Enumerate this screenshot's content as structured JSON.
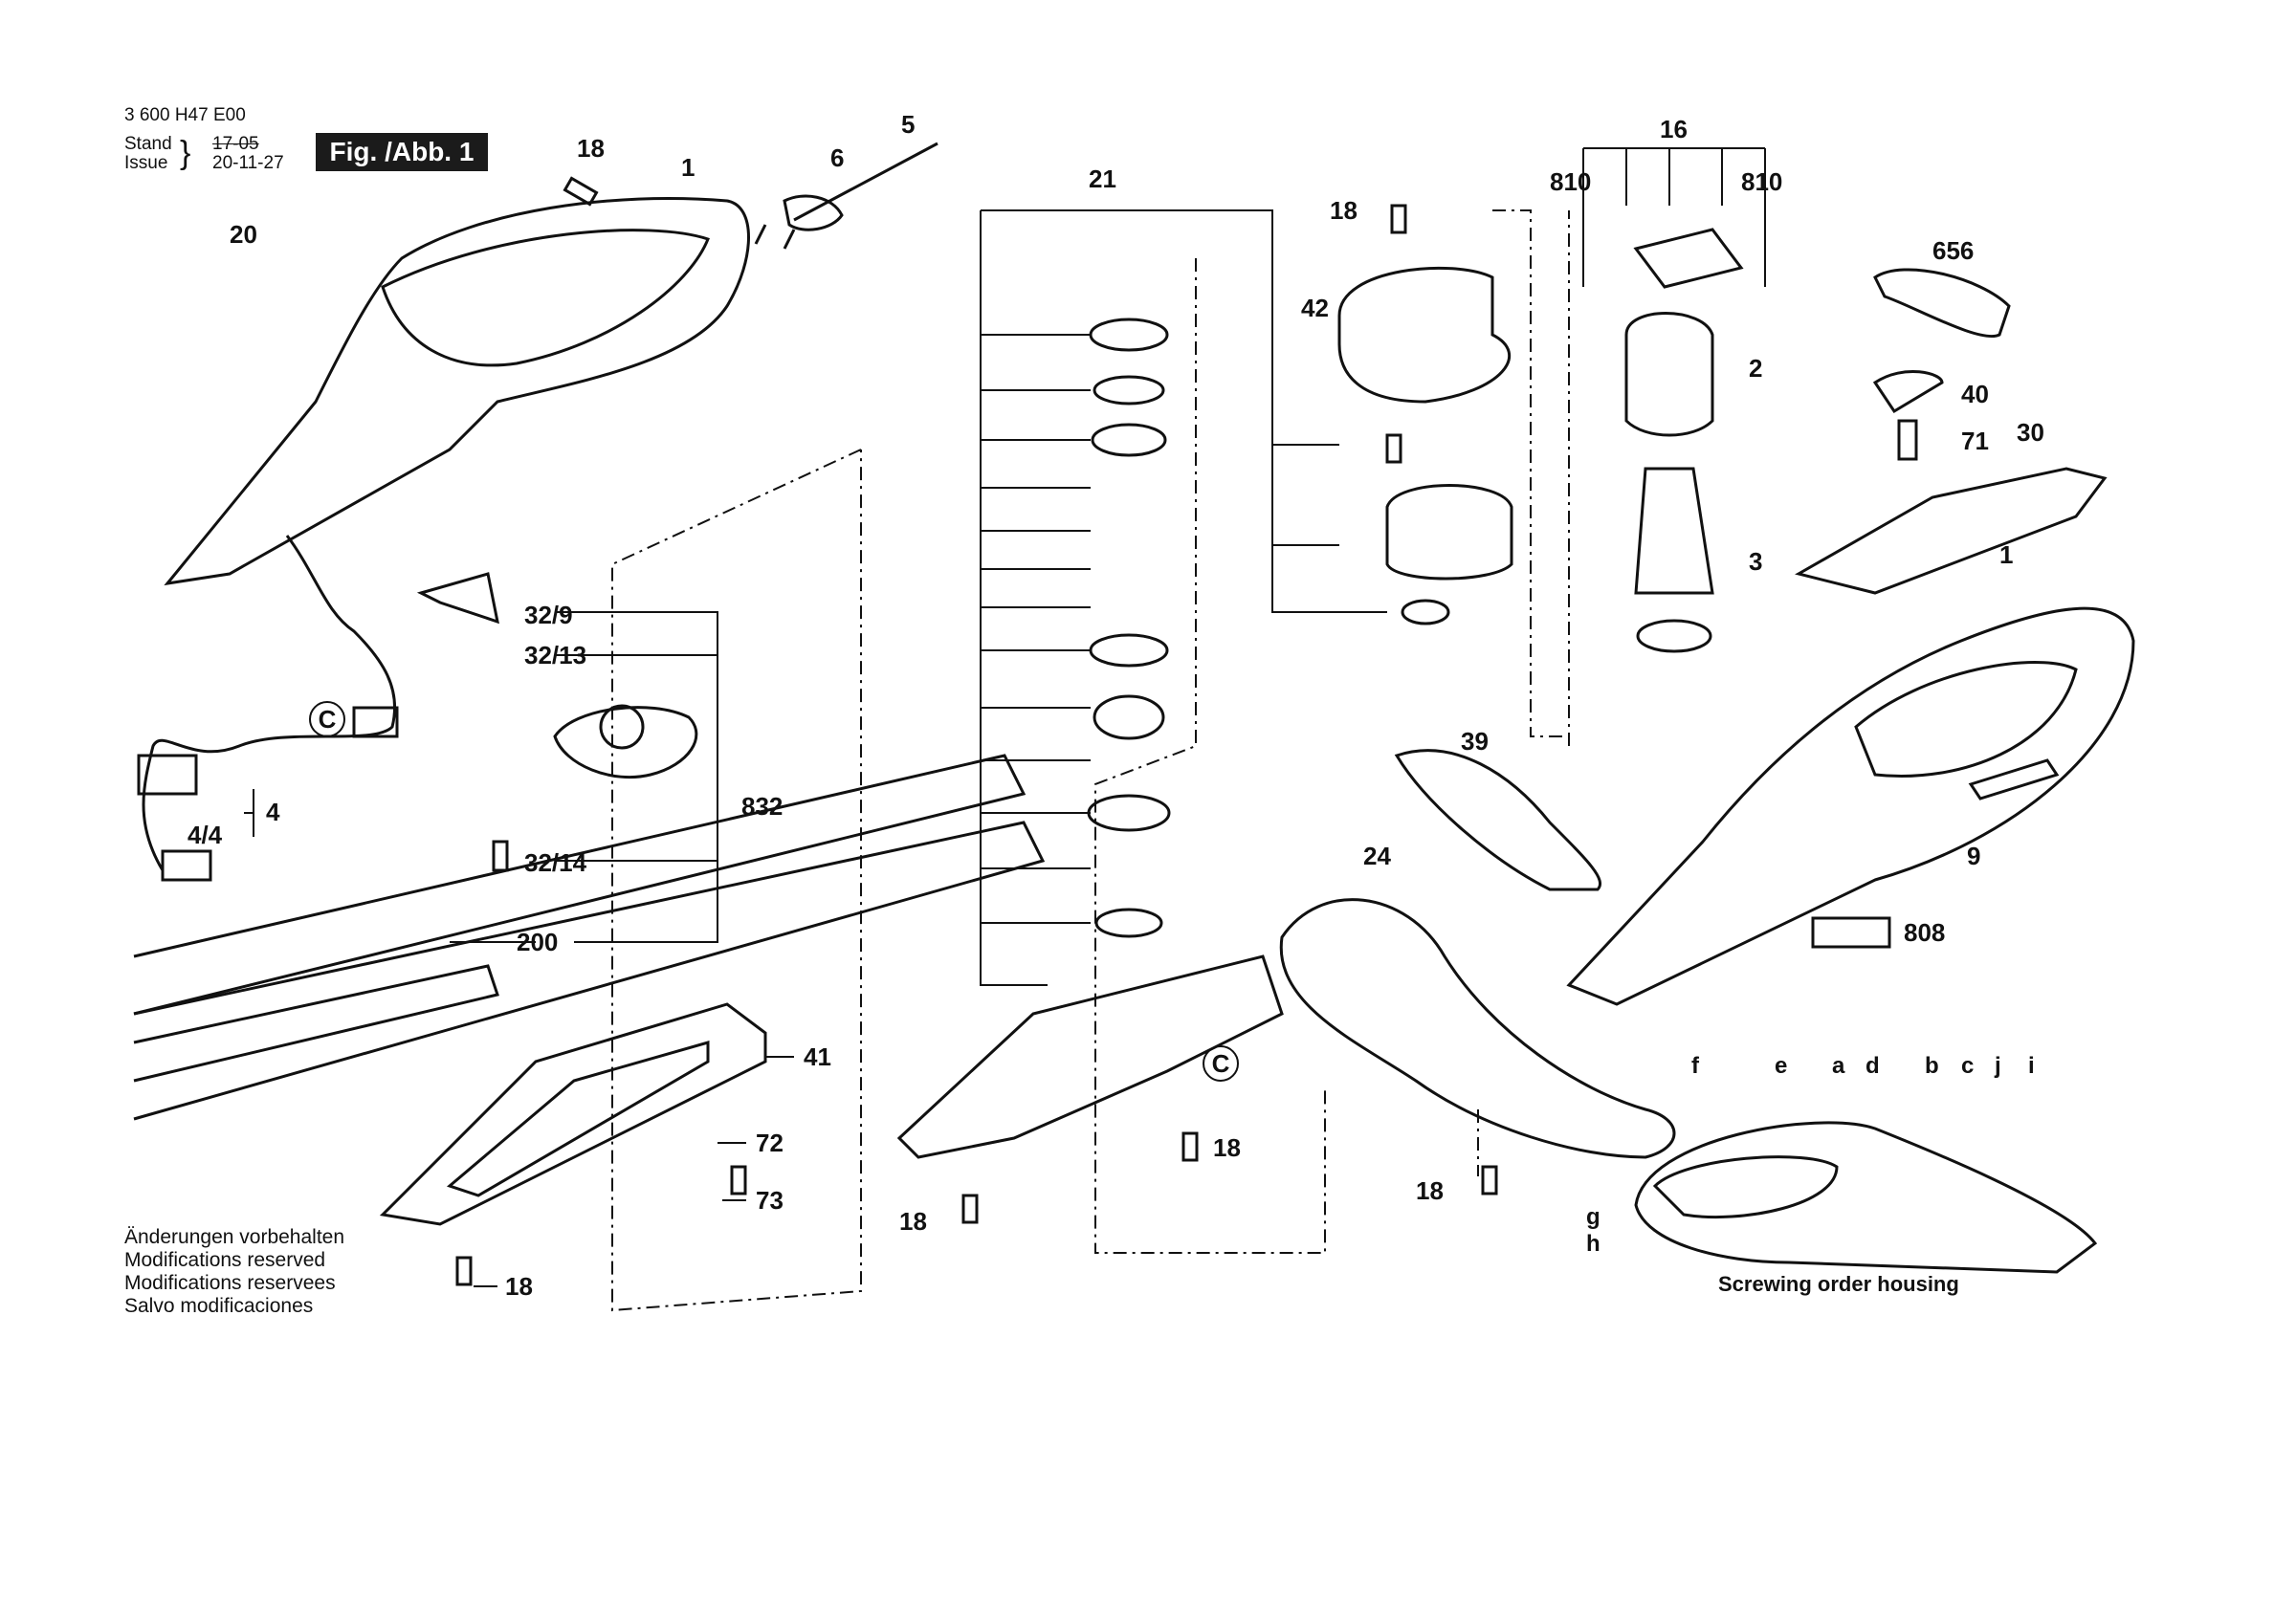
{
  "header": {
    "drawing_number": "3 600 H47 E00",
    "stand_label": "Stand",
    "stand_value": "17-05",
    "issue_label": "Issue",
    "issue_value": "20-11-27",
    "figure_title": "Fig. /Abb. 1"
  },
  "disclaimer": [
    "Änderungen vorbehalten",
    "Modifications reserved",
    "Modifications reservees",
    "Salvo modificaciones"
  ],
  "screwing_caption": "Screwing order housing",
  "part_labels": {
    "p18a": "18",
    "p1a": "1",
    "p6": "6",
    "p5": "5",
    "p20": "20",
    "p32_9": "32/9",
    "p32_13": "32/13",
    "p32_14": "32/14",
    "p832": "832",
    "p4": "4",
    "p4_4": "4/4",
    "pC1": "C",
    "p200": "200",
    "p41": "41",
    "p72": "72",
    "p73": "73",
    "p18b": "18",
    "p21": "21",
    "p18c": "18",
    "p42": "42",
    "p18d": "18",
    "p18e": "18",
    "pC2": "C",
    "p16": "16",
    "p810a": "810",
    "p810b": "810",
    "p2": "2",
    "p3": "3",
    "p656": "656",
    "p40": "40",
    "p71": "71",
    "p30": "30",
    "p1b": "1",
    "p39": "39",
    "p24": "24",
    "p9": "9",
    "p808": "808",
    "p18f": "18",
    "lf": "f",
    "le": "e",
    "la": "a",
    "ld": "d",
    "lb": "b",
    "lc": "c",
    "lj": "j",
    "li": "i",
    "lg": "g",
    "lh": "h"
  }
}
